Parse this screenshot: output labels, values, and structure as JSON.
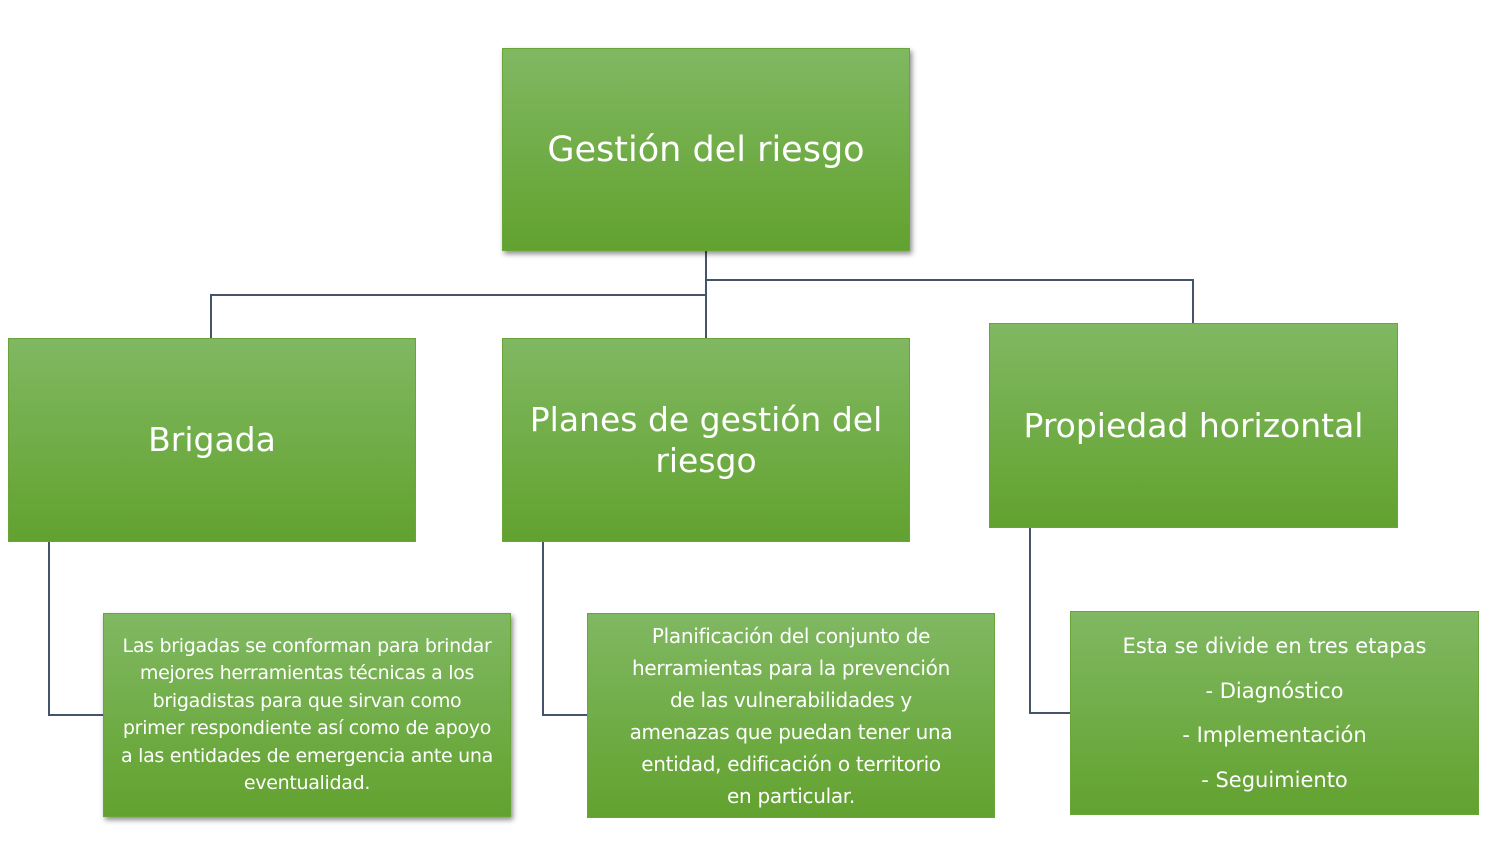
{
  "diagram": {
    "root": {
      "label": "Gestión del riesgo"
    },
    "children": [
      {
        "label": "Brigada",
        "description_lines": [
          "Las brigadas se conforman para brindar",
          "mejores herramientas técnicas a los",
          "brigadistas para que sirvan como",
          "primer respondiente así como de apoyo",
          "a las entidades de emergencia ante una",
          "eventualidad."
        ]
      },
      {
        "label": "Planes de gestión del riesgo",
        "description_lines": [
          "Planificación del conjunto de",
          "herramientas para la prevención",
          "de las vulnerabilidades y",
          "amenazas que puedan tener una",
          "entidad, edificación o territorio",
          "en particular."
        ]
      },
      {
        "label": "Propiedad horizontal",
        "description_lines": [
          "Esta se divide en tres etapas",
          "- Diagnóstico",
          "- Implementación",
          "- Seguimiento"
        ]
      }
    ]
  },
  "colors": {
    "box_top": "#80b862",
    "box_bottom": "#62a22f",
    "connector": "#44546a",
    "text": "#ffffff"
  }
}
